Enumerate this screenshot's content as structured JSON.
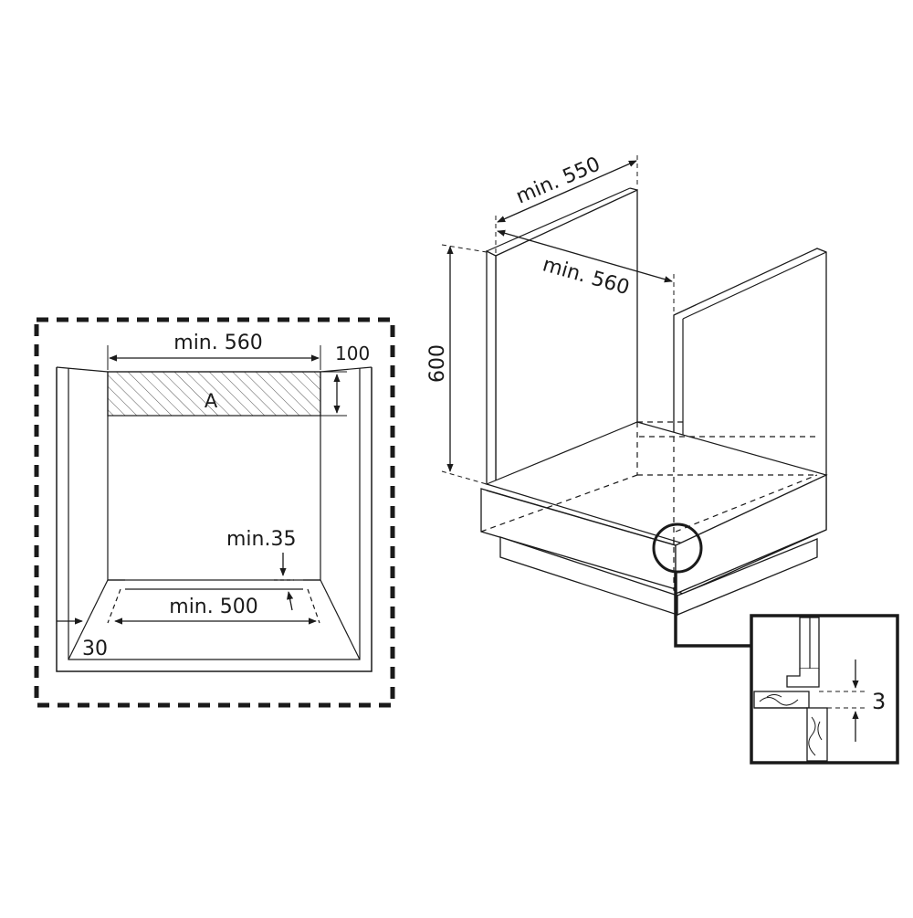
{
  "front_view": {
    "width_label": "min. 560",
    "height_label": "100",
    "zone_label": "A",
    "gap_label": "min.35",
    "base_label": "min. 500",
    "side_label": "30"
  },
  "cabinet_view": {
    "depth_label": "min. 550",
    "width_label": "min. 560",
    "height_label": "600"
  },
  "detail_view": {
    "gap_label": "3"
  },
  "colors": {
    "line": "#1a1a1a",
    "background": "#ffffff"
  }
}
